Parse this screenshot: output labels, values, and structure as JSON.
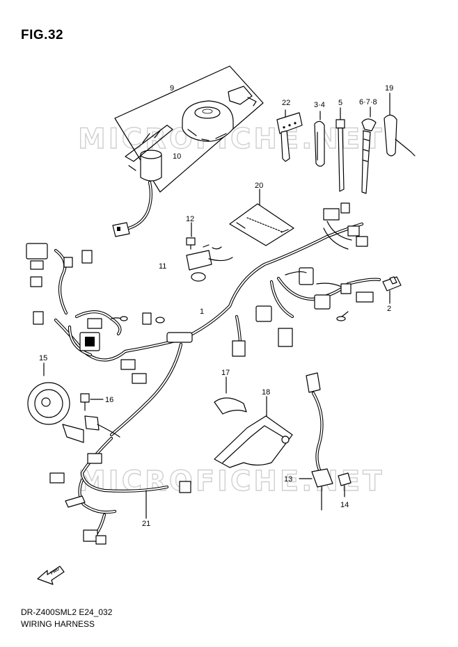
{
  "figure": {
    "title": "FIG.32",
    "model_code": "DR-Z400SML2 E24_032",
    "name": "WIRING HARNESS",
    "fwd_label": "FWD",
    "watermark": "MICROFICHE.NET"
  },
  "callouts": [
    {
      "id": "c1",
      "label": "1"
    },
    {
      "id": "c2",
      "label": "2"
    },
    {
      "id": "c34",
      "label": "3·4"
    },
    {
      "id": "c5",
      "label": "5"
    },
    {
      "id": "c678",
      "label": "6·7·8"
    },
    {
      "id": "c9",
      "label": "9"
    },
    {
      "id": "c10",
      "label": "10"
    },
    {
      "id": "c11",
      "label": "11"
    },
    {
      "id": "c12",
      "label": "12"
    },
    {
      "id": "c13",
      "label": "13"
    },
    {
      "id": "c14",
      "label": "14"
    },
    {
      "id": "c15",
      "label": "15"
    },
    {
      "id": "c16",
      "label": "16"
    },
    {
      "id": "c17",
      "label": "17"
    },
    {
      "id": "c18",
      "label": "18"
    },
    {
      "id": "c19",
      "label": "19"
    },
    {
      "id": "c20",
      "label": "20"
    },
    {
      "id": "c21",
      "label": "21"
    },
    {
      "id": "c22",
      "label": "22"
    }
  ]
}
